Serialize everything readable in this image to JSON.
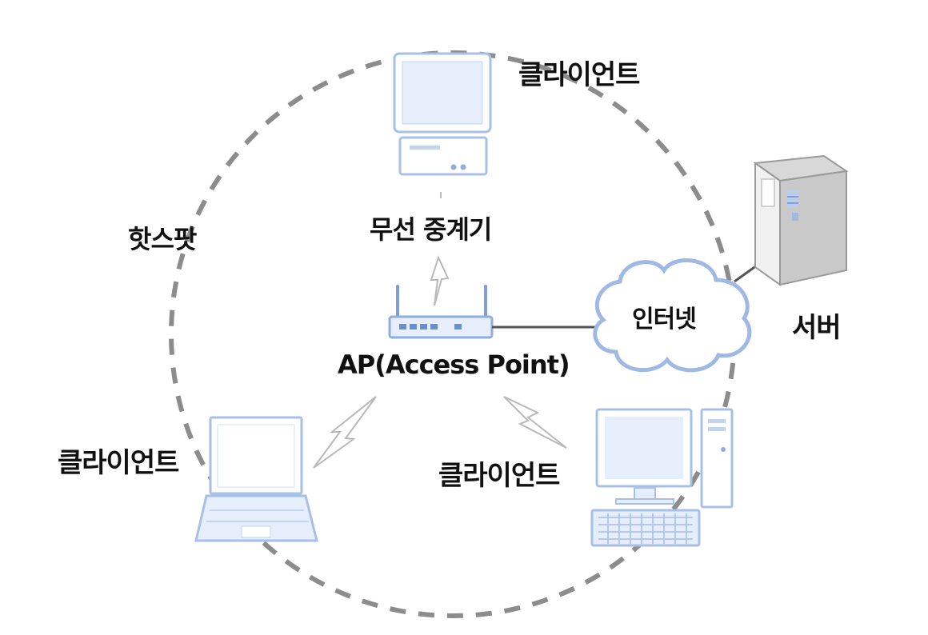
{
  "labels": {
    "client_top": "클라이언트",
    "hotspot": "핫스팟",
    "repeater": "무선 중계기",
    "internet": "인터넷",
    "server": "서버",
    "ap": "AP(Access Point)",
    "client_left": "클라이언트",
    "client_right": "클라이언트"
  },
  "colors": {
    "device_stroke": "#a9c0e6",
    "device_fill": "#e6eefb",
    "dashed_circle": "#8c8c8c",
    "connection_line": "#555555",
    "cloud_stroke": "#9fb9e4",
    "text": "#111111"
  },
  "icons": [
    "monitor-icon",
    "wireless-repeater-icon",
    "router-icon",
    "cloud-icon",
    "server-tower-icon",
    "laptop-icon",
    "desktop-pc-icon",
    "lightning-icon"
  ]
}
